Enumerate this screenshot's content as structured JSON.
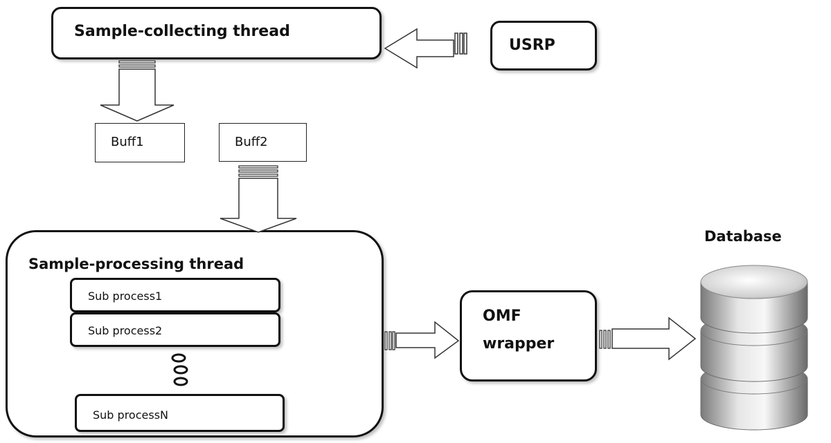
{
  "diagram": {
    "collector": {
      "label": "Sample-collecting thread"
    },
    "usrp": {
      "label": "USRP"
    },
    "buffers": [
      {
        "label": "Buff1"
      },
      {
        "label": "Buff2"
      }
    ],
    "processor": {
      "label": "Sample-processing thread",
      "subprocesses": [
        {
          "label": "Sub process1"
        },
        {
          "label": "Sub process2"
        },
        {
          "label": "Sub processN"
        }
      ]
    },
    "wrapper": {
      "line1": "OMF",
      "line2": "wrapper"
    },
    "database": {
      "label": "Database"
    },
    "colors": {
      "stroke": "#111111",
      "db_light": "#f2f2f2",
      "db_mid": "#b8b8b8",
      "db_dark": "#6e6e6e"
    }
  }
}
